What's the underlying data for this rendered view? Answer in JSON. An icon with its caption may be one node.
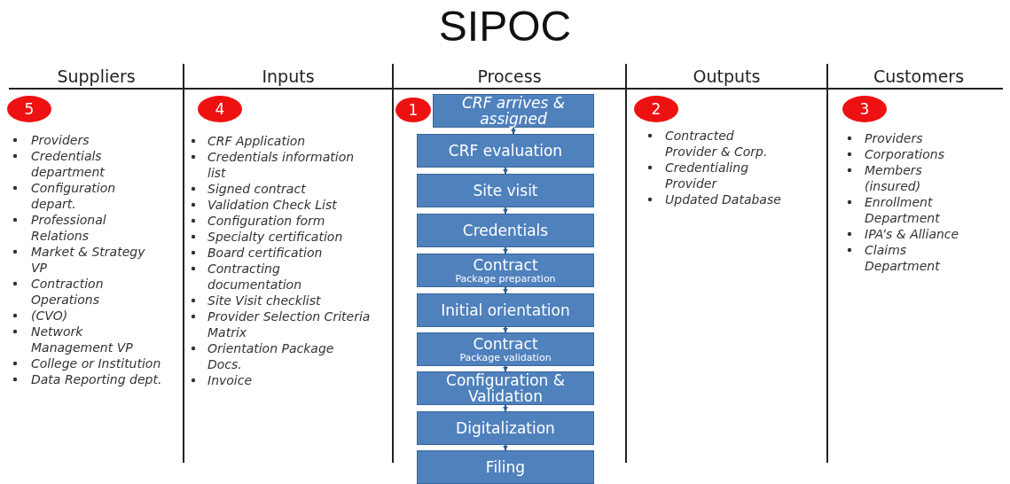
{
  "diagram": {
    "title": "SIPOC",
    "nodes": [
      {
        "text": [
          "CRF arrives & assigned"
        ]
      },
      {
        "text": [
          "CRF evaluation"
        ]
      },
      {
        "text": [
          "Site visit"
        ]
      },
      {
        "text": [
          "Credentials"
        ]
      },
      {
        "text": [
          "Contract",
          "Package preparation"
        ]
      },
      {
        "text": [
          "Initial orientation"
        ]
      },
      {
        "text": [
          "Contract",
          "Package validation"
        ]
      },
      {
        "text": [
          "Configuration & Validation"
        ]
      },
      {
        "text": [
          "Digitalization"
        ]
      },
      {
        "text": [
          "Filing"
        ]
      },
      {
        "text": [
          "5"
        ]
      },
      {
        "text": [
          "4"
        ]
      },
      {
        "text": [
          "1"
        ]
      },
      {
        "text": [
          "2"
        ]
      },
      {
        "text": [
          "3"
        ]
      }
    ],
    "edges": [
      {
        "from": 0,
        "to": 1,
        "arrow": "to"
      },
      {
        "from": 1,
        "to": 2,
        "arrow": "to"
      },
      {
        "from": 2,
        "to": 3,
        "arrow": "to"
      },
      {
        "from": 3,
        "to": 4,
        "arrow": "to"
      },
      {
        "from": 4,
        "to": 5,
        "arrow": "to"
      },
      {
        "from": 5,
        "to": 6,
        "arrow": "to"
      },
      {
        "from": 6,
        "to": 7,
        "arrow": "to"
      },
      {
        "from": 7,
        "to": 8,
        "arrow": "to"
      },
      {
        "from": 8,
        "to": 9,
        "arrow": "to"
      }
    ],
    "labels": [
      "Suppliers",
      "Inputs",
      "Process",
      "Outputs",
      "Customers",
      "Providers",
      "Credentials department",
      "Configuration depart.",
      "Professional Relations",
      "Market & Strategy VP",
      "Contraction Operations",
      "(CVO)",
      "Network Management VP",
      "College or Institution",
      "Data Reporting dept.",
      "CRF Application",
      "Credentials information list",
      "Signed contract",
      "Validation Check List",
      "Configuration form",
      "Specialty certification",
      "Board certification",
      "Contracting documentation",
      "Site Visit checklist",
      "Provider Selection Criteria Matrix",
      "Orientation Package Docs.",
      "Invoice",
      "Contracted Provider & Corp.",
      "Credentialing Provider",
      "Updated Database",
      "Providers",
      "Corporations",
      "Members (insured)",
      "Enrollment Department",
      "IPA’s & Alliance",
      "Claims Department"
    ]
  }
}
